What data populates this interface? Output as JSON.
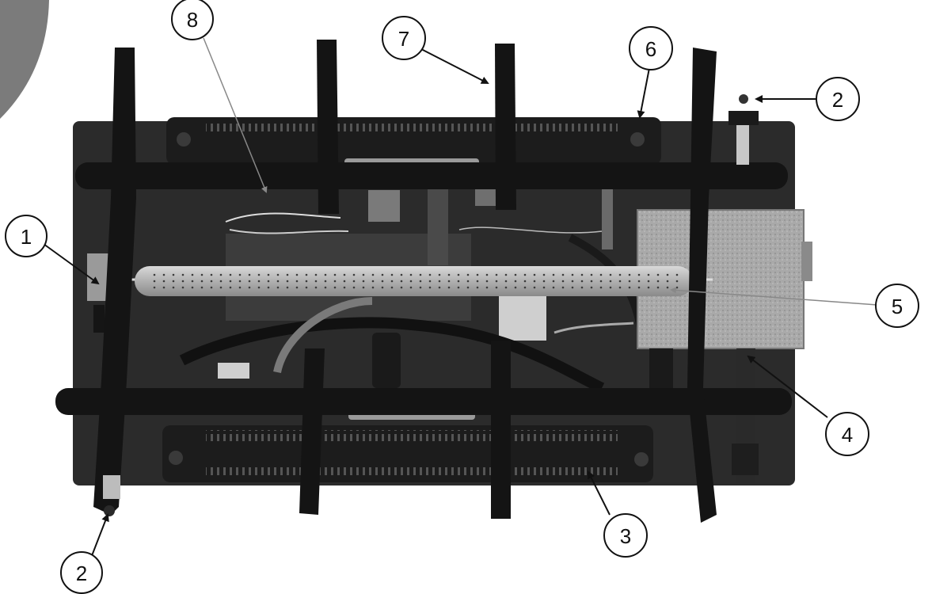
{
  "figure": {
    "description_colors": {
      "background": "#ffffff",
      "pan": "#2b2b2b",
      "grate": "#141414",
      "burner_tube": "#b9b9b9",
      "valve_box": "#a8a8a8"
    },
    "callouts": [
      {
        "id": "c1",
        "label": "1"
      },
      {
        "id": "c2a",
        "label": "2"
      },
      {
        "id": "c2b",
        "label": "2"
      },
      {
        "id": "c3",
        "label": "3"
      },
      {
        "id": "c4",
        "label": "4"
      },
      {
        "id": "c5",
        "label": "5"
      },
      {
        "id": "c6",
        "label": "6"
      },
      {
        "id": "c7",
        "label": "7"
      },
      {
        "id": "c8",
        "label": "8"
      }
    ]
  }
}
